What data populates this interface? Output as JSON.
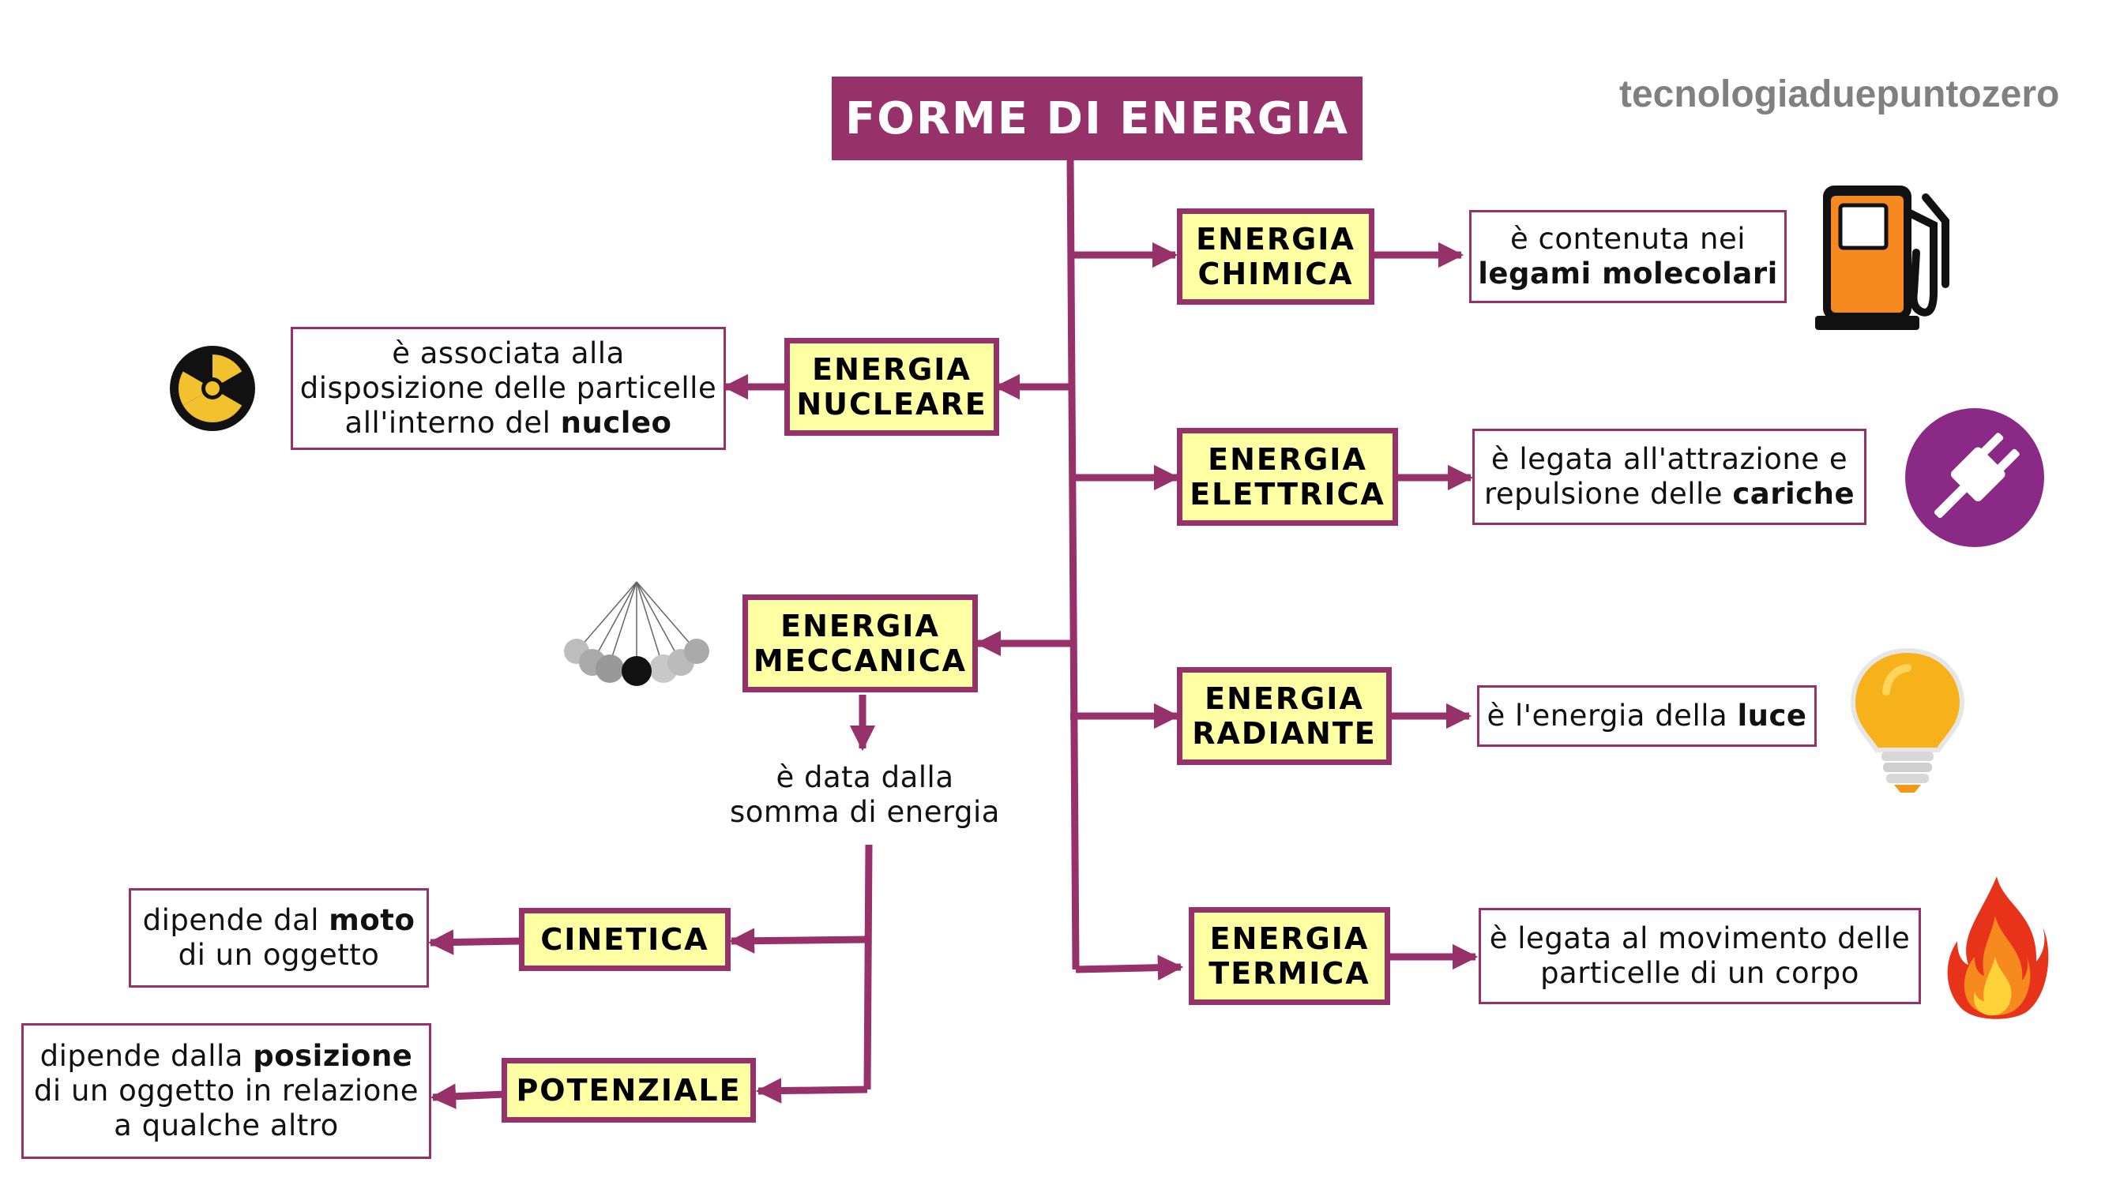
{
  "title": "FORME DI ENERGIA",
  "brand": "tecnologiaduepuntozero",
  "accent_color": "#96316a",
  "box_fill_color": "#ffffa3",
  "chimica": {
    "label_l1": "ENERGIA",
    "label_l2": "CHIMICA",
    "desc_l1": "è contenuta nei",
    "desc_l2_bold": "legami molecolari",
    "icon": "fuel-pump-icon"
  },
  "nucleare": {
    "label_l1": "ENERGIA",
    "label_l2": "NUCLEARE",
    "desc_l1": "è associata alla",
    "desc_l2": "disposizione delle particelle",
    "desc_l3_pre": "all'interno del ",
    "desc_l3_bold": "nucleo",
    "icon": "radiation-icon"
  },
  "elettrica": {
    "label_l1": "ENERGIA",
    "label_l2": "ELETTRICA",
    "desc_l1": "è legata all'attrazione e",
    "desc_l2_pre": "repulsione delle ",
    "desc_l2_bold": "cariche",
    "icon": "plug-icon"
  },
  "meccanica": {
    "label_l1": "ENERGIA",
    "label_l2": "MECCANICA",
    "note_l1": "è data dalla",
    "note_l2": "somma di energia",
    "icon": "pendulum-icon"
  },
  "radiante": {
    "label_l1": "ENERGIA",
    "label_l2": "RADIANTE",
    "desc_pre": "è l'energia della ",
    "desc_bold": "luce",
    "icon": "light-bulb-icon"
  },
  "termica": {
    "label_l1": "ENERGIA",
    "label_l2": "TERMICA",
    "desc_l1": "è legata al movimento delle",
    "desc_l2": "particelle di un corpo",
    "icon": "fire-icon"
  },
  "cinetica": {
    "label": "CINETICA",
    "desc_l1_pre": "dipende dal ",
    "desc_l1_bold": "moto",
    "desc_l2": "di un oggetto"
  },
  "potenziale": {
    "label": "POTENZIALE",
    "desc_l1_pre": "dipende dalla ",
    "desc_l1_bold": "posizione",
    "desc_l2": "di un oggetto in relazione",
    "desc_l3": "a qualche altro"
  }
}
